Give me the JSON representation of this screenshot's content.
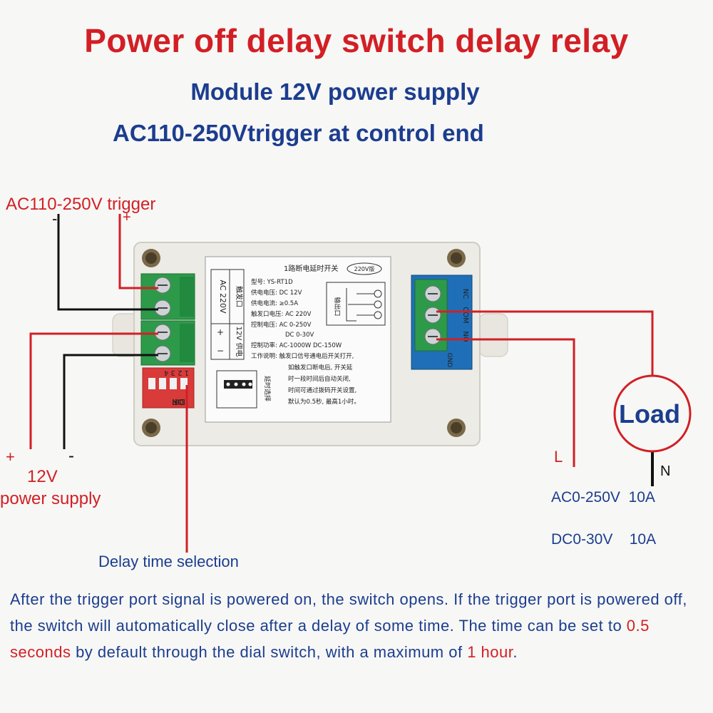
{
  "header": {
    "title": "Power off delay switch delay relay",
    "subtitle_1": "Module 12V power supply",
    "subtitle_2": "AC110-250Vtrigger at control end"
  },
  "labels": {
    "trigger_top": "AC110-250V trigger",
    "trigger_minus": "-",
    "trigger_plus": "+",
    "power_plus": "+",
    "power_minus": "-",
    "power_v": "12V",
    "power_supply": "power supply",
    "delay_selection": "Delay time selection",
    "load": "Load",
    "live": "L",
    "neutral": "N",
    "ac_rating": "AC0-250V  10A",
    "dc_rating": "DC0-30V    10A"
  },
  "module": {
    "left_block": "AC 220V",
    "left_block_label": "触发口",
    "right_block_label": "12V 供电",
    "plus": "+",
    "minus": "−",
    "header_label": "1路断电延时开关",
    "version_badge": "220V版",
    "model": "型号: YS-RT1D",
    "spec_1": "供电电压: DC 12V",
    "spec_2": "供电电流: ≥0.5A",
    "spec_3": "触发口电压: AC 220V",
    "spec_4": "控制电压: AC 0-250V",
    "spec_5": "DC 0-30V",
    "spec_6": "控制功率: AC-1000W  DC-150W",
    "desc_1": "工作说明: 触发口信号通电后开关打开,",
    "desc_2": "如触发口断电后, 开关延",
    "desc_3": "时一段时间后自动关闭,",
    "desc_4": "时间可通过拨码开关设置,",
    "desc_5": "默认为0.5秒, 最高1小时。",
    "dip_title": "延时选择",
    "dip_label": "DIP",
    "dip_on": "ON",
    "dip_nums": "1 2 3 4",
    "relay_no": "NC",
    "relay_com": "COM",
    "relay_nc": "NO",
    "relay_gnd": "GND",
    "output_label": "输出口"
  },
  "description": {
    "part1": "After the trigger port signal is powered on, the switch opens. If  the trigger port  is powered off, the switch will  automatically  close  after  a delay of some time. The time can be set to ",
    "highlight1": "0.5 seconds",
    "part2": " by default through the dial switch, with a maximum of ",
    "highlight2": "1 hour",
    "part3": "."
  },
  "colors": {
    "title_red": "#d21f25",
    "subtitle_blue": "#1c3d8f",
    "terminal_green": "#2d9a4a",
    "dip_red": "#d93a3a",
    "relay_blue": "#1f6fb8"
  }
}
